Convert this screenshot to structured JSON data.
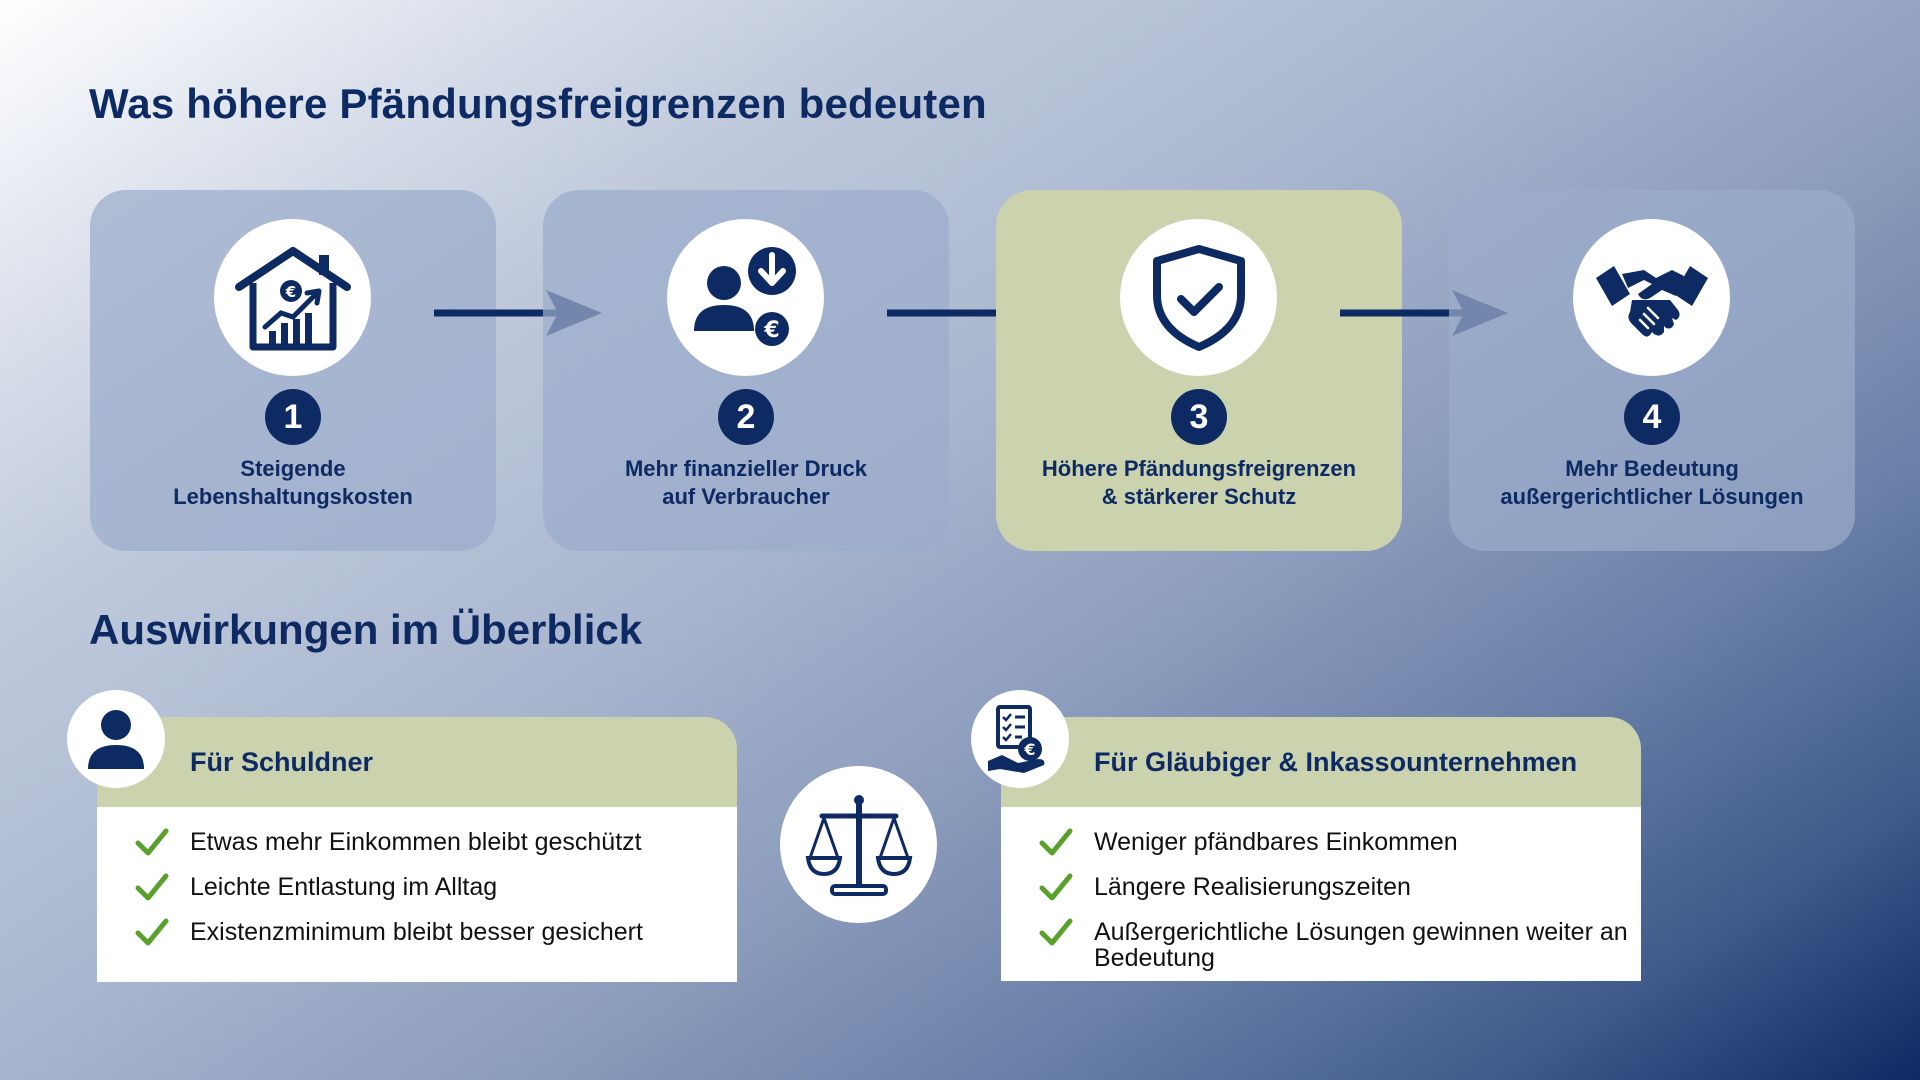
{
  "title": "Was höhere Pfändungsfreigrenzen bedeuten",
  "subtitle": "Auswirkungen im Überblick",
  "colors": {
    "navy": "#0e2a63",
    "olive": "#cbd3ae",
    "check_green": "#5aa02c"
  },
  "steps": [
    {
      "number": "1",
      "label": "Steigende\nLebenshaltungskosten",
      "icon": "house-rising-costs-icon"
    },
    {
      "number": "2",
      "label": "Mehr finanzieller Druck\nauf Verbraucher",
      "icon": "person-money-down-icon"
    },
    {
      "number": "3",
      "label": "Höhere Pfändungsfreigrenzen\n& stärkerer Schutz",
      "icon": "shield-check-icon",
      "highlighted": true
    },
    {
      "number": "4",
      "label": "Mehr Bedeutung\naußergerichtlicher Lösungen",
      "icon": "handshake-icon"
    }
  ],
  "debtor_panel": {
    "header": "Für Schuldner",
    "icon": "person-icon",
    "items": [
      "Etwas mehr Einkommen bleibt geschützt",
      "Leichte Entlastung im Alltag",
      "Existenzminimum bleibt besser gesichert"
    ]
  },
  "center_icon": "scales-icon",
  "creditor_panel": {
    "header": "Für Gläubiger & Inkassounternehmen",
    "icon": "document-euro-hand-icon",
    "items": [
      "Weniger pfändbares Einkommen",
      "Längere Realisierungszeiten",
      "Außergerichtliche Lösungen gewinnen weiter an Bedeutung"
    ]
  }
}
